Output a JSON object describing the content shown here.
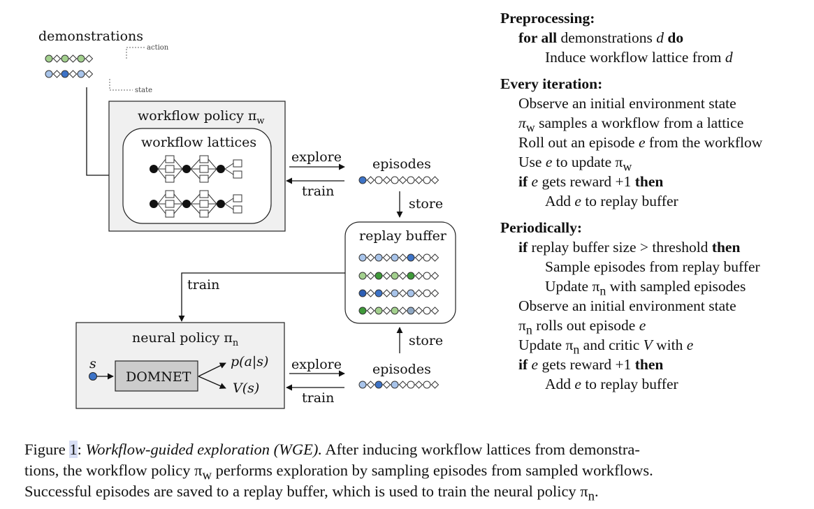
{
  "diagram": {
    "demonstrations_label": "demonstrations",
    "action_label": "action",
    "state_label": "state",
    "workflow_policy_label": "workflow policy π",
    "workflow_policy_sub": "w",
    "workflow_lattices_label": "workflow lattices",
    "explore_top": "explore",
    "train_top": "train",
    "episodes_top": "episodes",
    "store_top": "store",
    "replay_buffer_label": "replay buffer",
    "train_left": "train",
    "neural_policy_label": "neural policy π",
    "neural_policy_sub": "n",
    "s_label": "s",
    "domnet_label": "DOMNET",
    "p_label": "p(a|s)",
    "v_label": "V(s)",
    "explore_bottom": "explore",
    "train_bottom": "train",
    "episodes_bottom": "episodes",
    "store_bottom": "store",
    "colors": {
      "light_green": "#a3d08e",
      "dark_green": "#3f9a3a",
      "blue": "#3d73c7",
      "light_blue": "#a8c4ea",
      "gray_blue": "#8fa8c4",
      "dark_blue": "#2d5fb5",
      "box_fill": "#f0f0f0",
      "domnet_fill": "#cccccc"
    }
  },
  "algorithm": {
    "preprocessing_head": "Preprocessing:",
    "for_all": "for all",
    "demos_d": " demonstrations ",
    "d_var": "d",
    "do_kw": " do",
    "induce_text": "Induce workflow lattice from ",
    "every_iteration_head": "Every iteration:",
    "observe_w": "Observe an initial environment state",
    "pi_w_samples_pre": "π",
    "pi_w_samples_sub": "w",
    "pi_w_samples_text": " samples a workflow from a lattice",
    "rollout_pre": "Roll out an episode ",
    "e_var": "e",
    "rollout_post": " from the workflow",
    "use_pre": "Use ",
    "use_mid": " to update π",
    "use_sub": "w",
    "if_kw": "if",
    "gets_reward_pre": " ",
    "gets_reward_post": " gets reward +1 ",
    "then_kw": "then",
    "add_pre": "Add ",
    "add_post": " to replay buffer",
    "periodically_head": "Periodically:",
    "replay_size_text": " replay buffer size > threshold ",
    "sample_text": "Sample episodes from replay buffer",
    "update_n_pre": "Update π",
    "update_n_sub": "n",
    "update_n_post": " with sampled episodes",
    "observe_n": "Observe an initial environment state",
    "pi_n_pre": "π",
    "pi_n_sub": "n",
    "pi_n_post": " rolls out episode ",
    "update_critic_pre": "Update π",
    "update_critic_sub": "n",
    "update_critic_mid": " and critic ",
    "v_var": "V",
    "update_critic_with": " with "
  },
  "caption": {
    "figure_label": "Figure ",
    "figure_num": "1",
    "colon": ":   ",
    "title": "Workflow-guided exploration (WGE).",
    "line1_rest": " After inducing workflow lattices from demonstra-",
    "line2_pre": "tions, the workflow policy π",
    "line2_sub": "w",
    "line2_post": " performs exploration by sampling episodes from sampled workflows.",
    "line3_pre": "Successful episodes are saved to a replay buffer, which is used to train the neural policy π",
    "line3_sub": "n",
    "line3_post": "."
  }
}
